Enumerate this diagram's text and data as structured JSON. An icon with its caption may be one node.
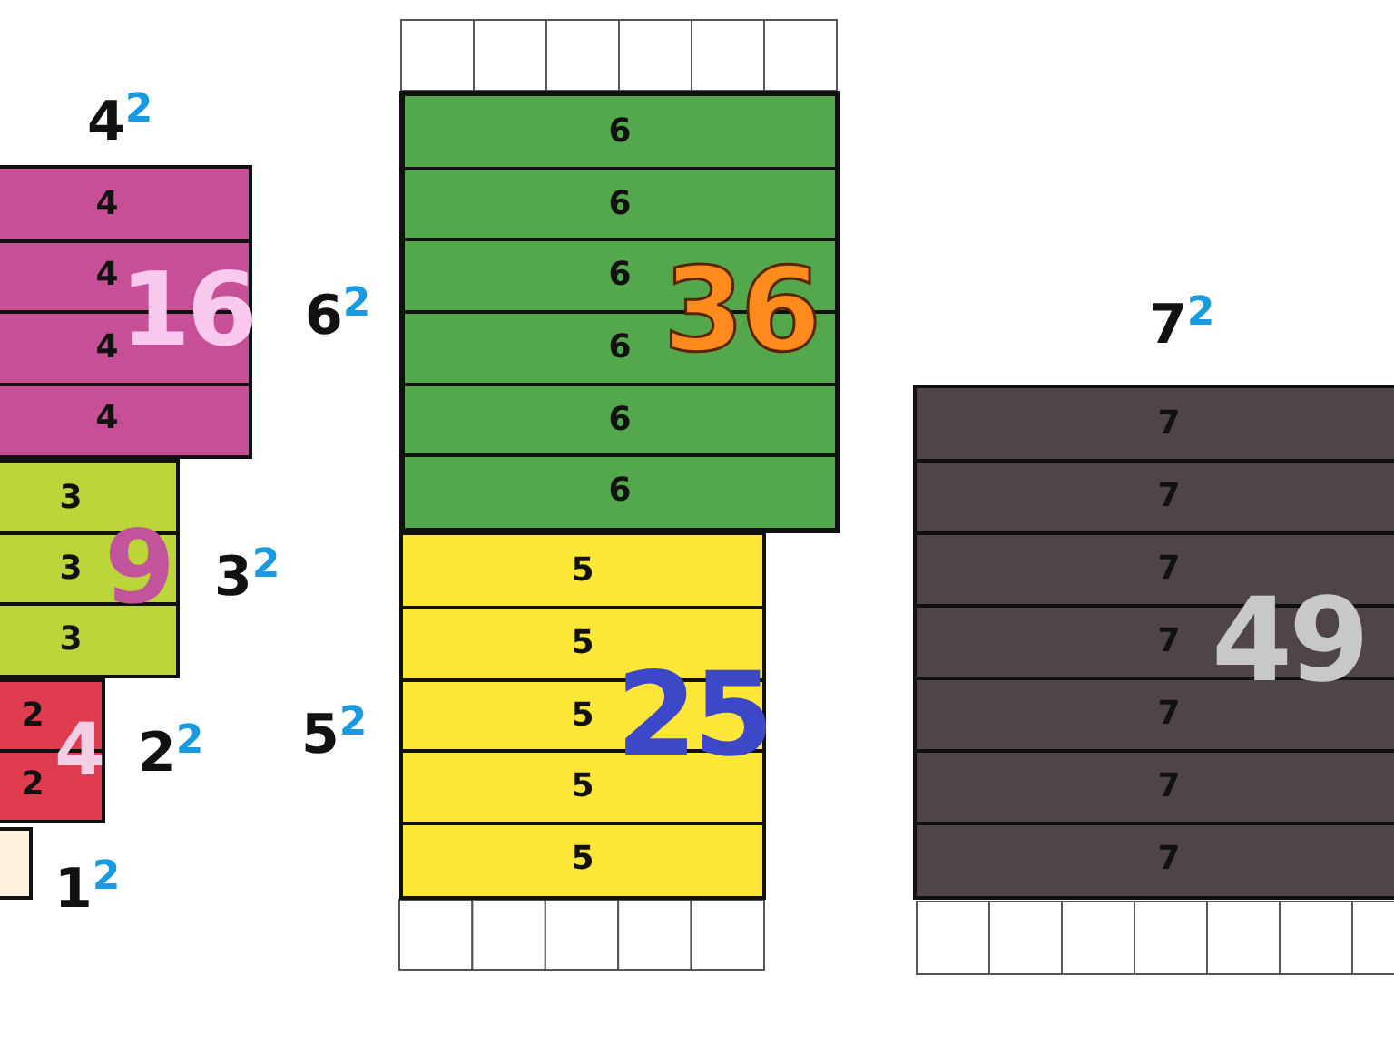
{
  "diagram": {
    "nodes": [
      {
        "text": [
          "16"
        ],
        "beside": [
          "4$^{2}$"
        ]
      },
      {
        "text": [
          "4"
        ],
        "in": 0
      },
      {
        "text": [
          "4"
        ],
        "in": 0
      },
      {
        "text": [
          "4"
        ],
        "in": 0
      },
      {
        "text": [
          "4"
        ],
        "in": 0
      },
      {
        "text": [
          "9"
        ],
        "beside": [
          "3$^{2}$"
        ]
      },
      {
        "text": [
          "3"
        ],
        "in": 5
      },
      {
        "text": [
          "3"
        ],
        "in": 5
      },
      {
        "text": [
          "3"
        ],
        "in": 5
      },
      {
        "text": [
          "4"
        ],
        "beside": [
          "2$^{2}$"
        ]
      },
      {
        "text": [
          "2"
        ],
        "in": 9
      },
      {
        "text": [
          "2"
        ],
        "in": 9
      },
      {
        "text": [],
        "shape": "box",
        "beside": [
          "1$^{2}$"
        ]
      },
      {
        "text": [
          "36"
        ],
        "beside": [
          "6$^{2}$"
        ]
      },
      {
        "text": [
          "6"
        ],
        "in": 13
      },
      {
        "text": [
          "6"
        ],
        "in": 13
      },
      {
        "text": [
          "6"
        ],
        "in": 13
      },
      {
        "text": [
          "6"
        ],
        "in": 13
      },
      {
        "text": [
          "6"
        ],
        "in": 13
      },
      {
        "text": [
          "6"
        ],
        "in": 13
      },
      {
        "text": [
          "25"
        ],
        "beside": [
          "5$^{2}$"
        ]
      },
      {
        "text": [
          "5"
        ],
        "in": 20
      },
      {
        "text": [
          "5"
        ],
        "in": 20
      },
      {
        "text": [
          "5"
        ],
        "in": 20
      },
      {
        "text": [
          "5"
        ],
        "in": 20
      },
      {
        "text": [
          "5"
        ],
        "in": 20
      },
      {
        "text": [
          "49"
        ],
        "beside": [
          "7$^{2}$"
        ]
      },
      {
        "text": [
          "7"
        ],
        "in": 26
      },
      {
        "text": [
          "7"
        ],
        "in": 26
      },
      {
        "text": [
          "7"
        ],
        "in": 26
      },
      {
        "text": [
          "7"
        ],
        "in": 26
      },
      {
        "text": [
          "7"
        ],
        "in": 26
      },
      {
        "text": [
          "7"
        ],
        "in": 26
      },
      {
        "text": [
          "7"
        ],
        "in": 26
      }
    ]
  }
}
